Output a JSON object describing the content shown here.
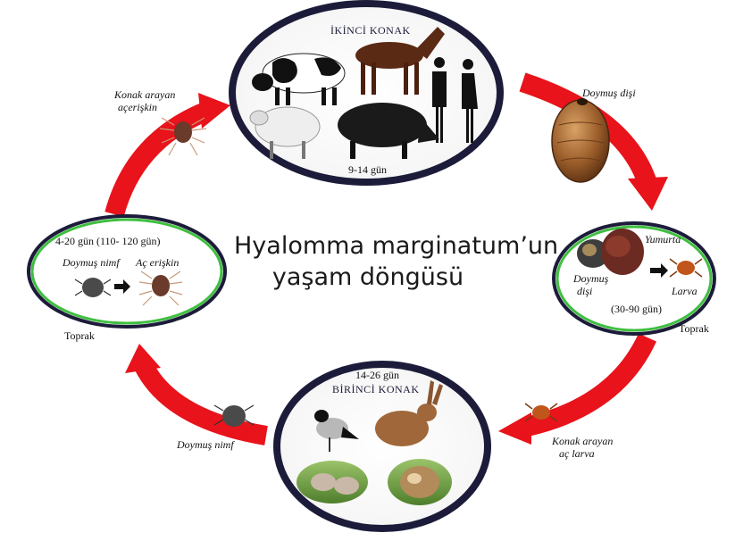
{
  "title": {
    "line1": "Hyalomma marginatum’un",
    "line2": "yaşam döngüsü"
  },
  "top_host": {
    "heading": "İKİNCİ KONAK",
    "duration": "9-14 gün"
  },
  "right_stage": {
    "egg_label": "Yumurta",
    "female_label_1": "Doymuş",
    "female_label_2": "dişi",
    "larva_label": "Larva",
    "duration": "(30-90 gün)",
    "ground": "Toprak"
  },
  "bottom_host": {
    "duration": "14-26 gün",
    "heading": "BİRİNCİ KONAK"
  },
  "left_stage": {
    "duration": "4-20 gün (110- 120 gün)",
    "nymph_label": "Doymuş nimf",
    "adult_label": "Aç erişkin",
    "ground": "Toprak"
  },
  "arrow_labels": {
    "top_right": "Doymuş dişi",
    "top_left_1": "Konak arayan",
    "top_left_2": "açerişkin",
    "bottom_right_1": "Konak arayan",
    "bottom_right_2": "aç larva",
    "bottom_left": "Doymuş nimf"
  },
  "colors": {
    "arrow": "#e8131b",
    "host_ring": "#1c1c3a",
    "stage_ring": "#3fbf3f"
  }
}
